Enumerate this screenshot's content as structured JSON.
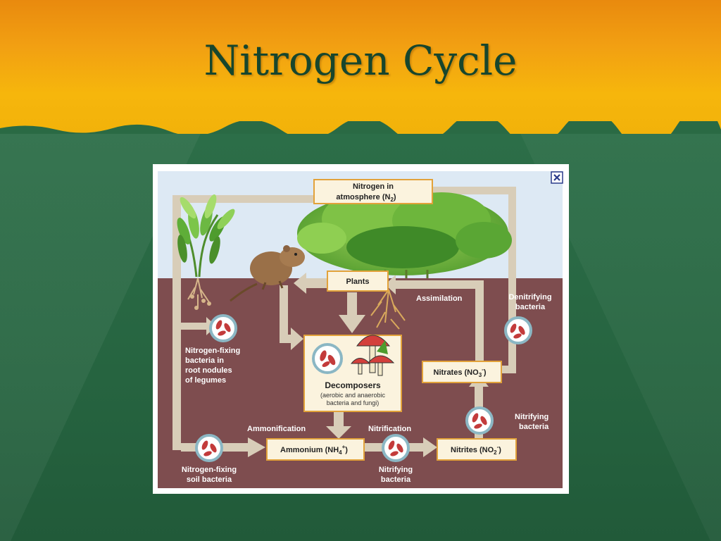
{
  "slide": {
    "title": "Nitrogen Cycle"
  },
  "diagram": {
    "close_icon": "close-icon",
    "atmosphere": {
      "line1": "Nitrogen in",
      "line2": "atmosphere (N",
      "sub": "2",
      "end": ")"
    },
    "plants": "Plants",
    "assimilation": "Assimilation",
    "denitrifying": {
      "line1": "Denitrifying",
      "line2": "bacteria"
    },
    "nitrogen_fixing_nodules": {
      "line1": "Nitrogen-fixing",
      "line2": "bacteria in",
      "line3": "root nodules",
      "line4": "of legumes"
    },
    "decomposers": {
      "title": "Decomposers",
      "line1": "(aerobic and anaerobic",
      "line2": "bacteria and fungi)"
    },
    "nitrates": {
      "text": "Nitrates (NO",
      "sub": "3",
      "sup": "-",
      "end": ")"
    },
    "nitrifying_right": {
      "line1": "Nitrifying",
      "line2": "bacteria"
    },
    "ammonification": "Ammonification",
    "nitrification": "Nitrification",
    "ammonium": {
      "text": "Ammonium (NH",
      "sub": "4",
      "sup": "+",
      "end": ")"
    },
    "nitrites": {
      "text": "Nitrites (NO",
      "sub": "2",
      "sup": "-",
      "end": ")"
    },
    "nitrogen_fixing_soil": {
      "line1": "Nitrogen-fixing",
      "line2": "soil bacteria"
    },
    "nitrifying_bottom": {
      "line1": "Nitrifying",
      "line2": "bacteria"
    },
    "colors": {
      "sky": "#dde9f4",
      "soil": "#7e4d4f",
      "arrow": "#d8cdb8",
      "box_fill": "#fbf3de",
      "box_stroke": "#e2a23a",
      "bacteria_ring": "#8bb7c4",
      "bacteria_cell": "#c33b3b"
    }
  }
}
